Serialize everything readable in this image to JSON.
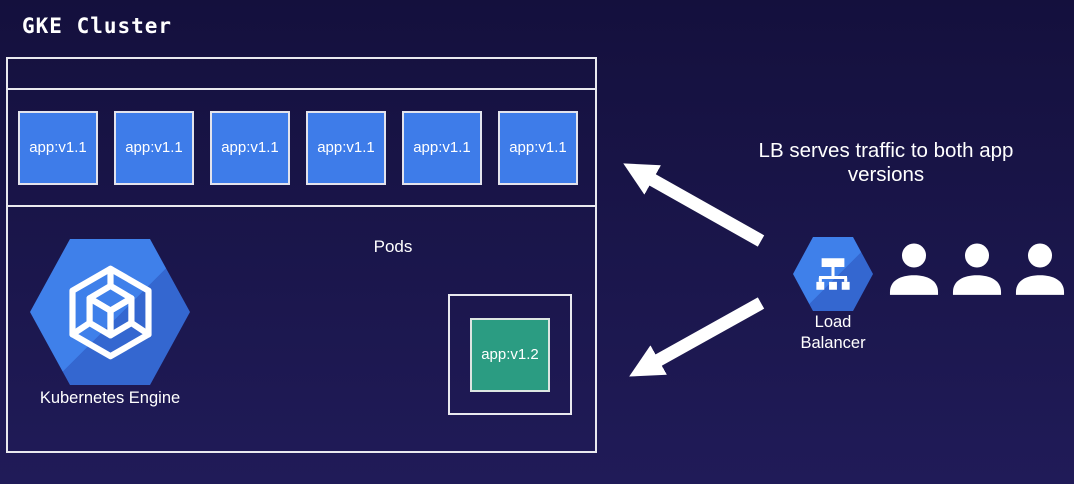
{
  "title": "GKE Cluster",
  "cluster": {
    "pods_section_label": "Pods",
    "pods": [
      "app:v1.1",
      "app:v1.1",
      "app:v1.1",
      "app:v1.1",
      "app:v1.1",
      "app:v1.1"
    ],
    "canary_pod_label": "app:v1.2",
    "engine_label": "Kubernetes Engine"
  },
  "annotation": "LB serves traffic to both app versions",
  "load_balancer": {
    "label": "Load Balancer"
  },
  "users": {
    "count": 3
  },
  "icons": {
    "kubernetes_engine": "kubernetes-engine-icon",
    "load_balancer": "load-balancer-icon",
    "person": "person-icon",
    "arrow_to_v1": "arrow-to-v1-pods",
    "arrow_to_v2": "arrow-to-v2-pod"
  },
  "colors": {
    "background_top": "#14103d",
    "background_bottom": "#201b58",
    "pod_blue": "#3e7ce9",
    "canary_green": "#2b9c82",
    "hex_blue": "#3f80ea",
    "hex_shade": "#3467d0",
    "outline": "#e9e9ef",
    "text_white": "#ffffff"
  }
}
